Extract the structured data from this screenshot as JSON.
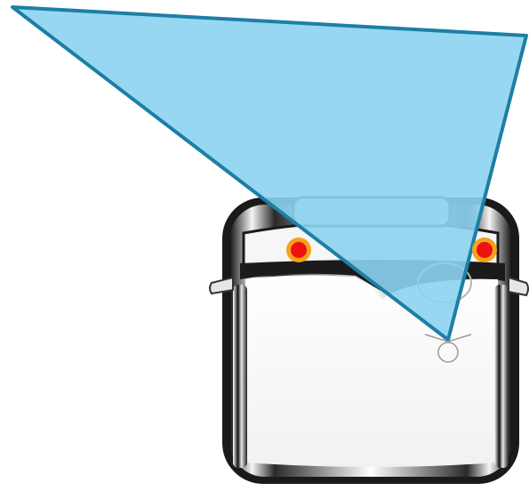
{
  "scene": {
    "subject": "vehicle-top-view",
    "view_cone": {
      "fill": "#8dd3ef",
      "stroke": "#1c7fa6",
      "opacity": 0.92
    },
    "markers": [
      {
        "name": "left-mirror-marker",
        "outer": "#f5a21c",
        "inner": "#ee1111"
      },
      {
        "name": "right-mirror-marker",
        "outer": "#f5a21c",
        "inner": "#ee1111"
      }
    ],
    "driver_eye": {
      "stroke": "#9a9a9a"
    }
  }
}
